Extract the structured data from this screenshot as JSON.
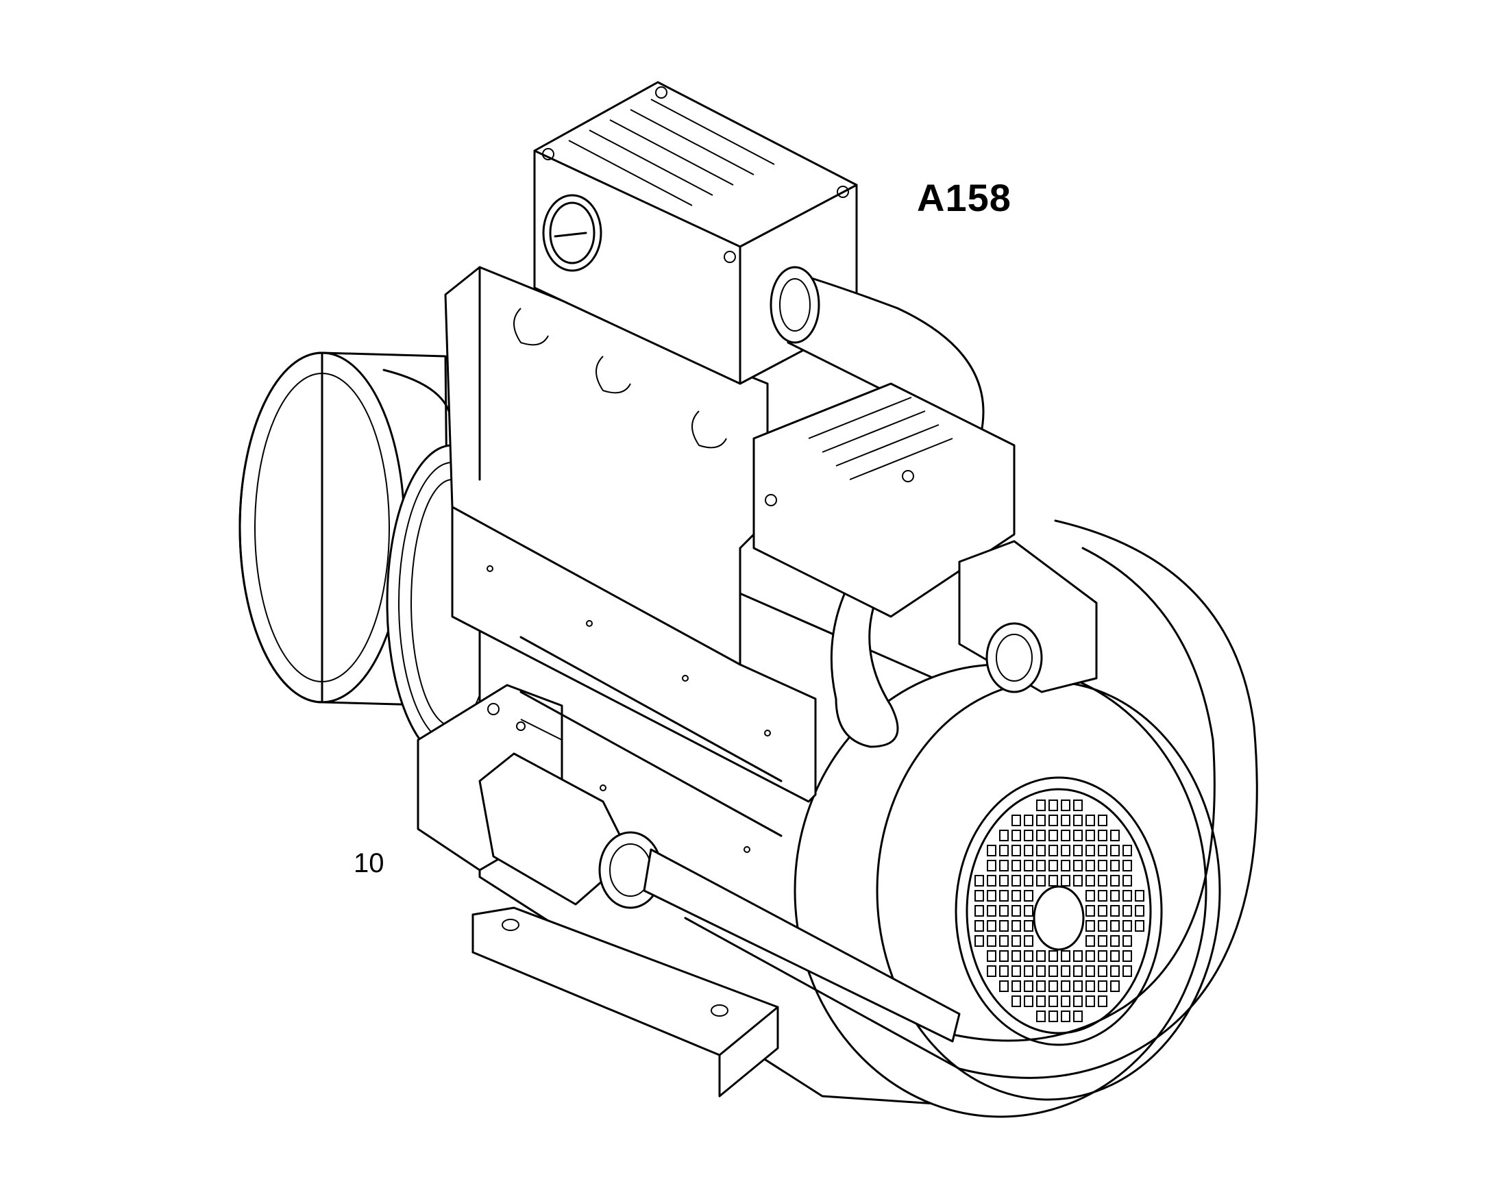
{
  "drawing": {
    "identifier": "A158",
    "callouts": [
      {
        "id": "callout-10",
        "text": "10"
      }
    ]
  },
  "icons": {
    "main": "electric-motor-assembly-drawing"
  },
  "colors": {
    "line": "#000000",
    "background": "#ffffff"
  }
}
